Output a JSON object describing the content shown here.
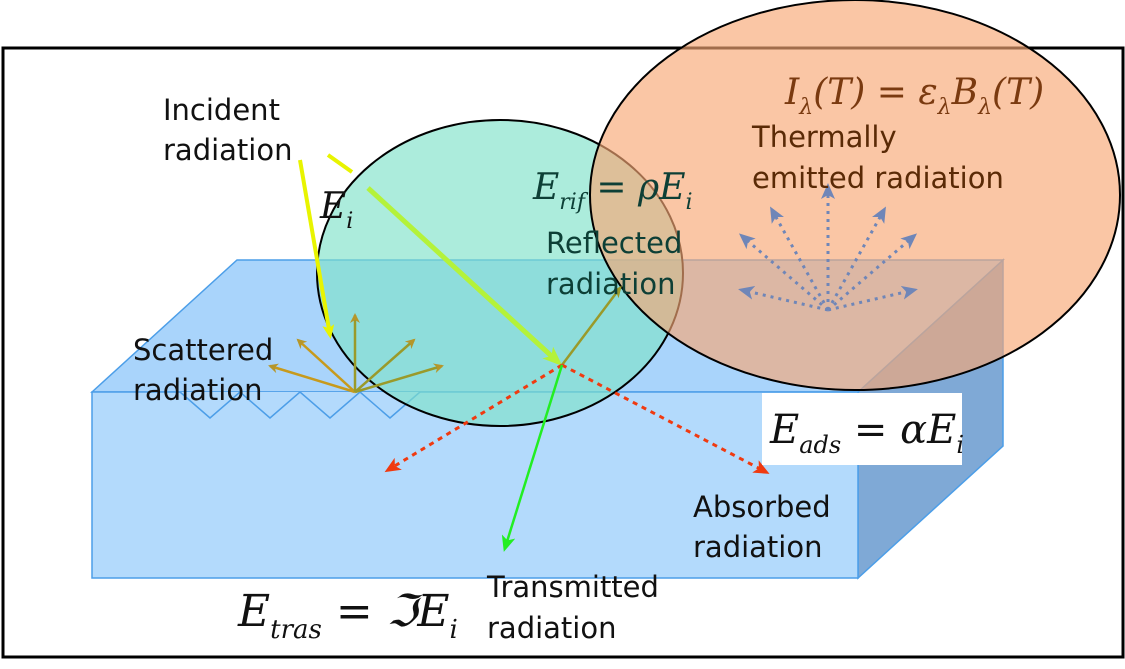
{
  "labels": {
    "incident_1": "Incident",
    "incident_2": "radiation",
    "scattered_1": "Scattered",
    "scattered_2": "radiation",
    "reflected_1": "Reflected",
    "reflected_2": "radiation",
    "thermal_1": "Thermally",
    "thermal_2": "emitted radiation",
    "absorbed_1": "Absorbed",
    "absorbed_2": "radiation",
    "transmitted_1": "Transmitted",
    "transmitted_2": "radiation"
  },
  "equations": {
    "incident": "E_i",
    "reflected": "E_rif = ρE_i",
    "thermal": "I_λ(T) = ε_λ B_λ(T)",
    "absorbed": "E_ads = αE_i",
    "transmitted": "E_tras = ℑE_i"
  },
  "colors": {
    "slab_top": "#a9d4fb",
    "slab_front": "#b3dafc",
    "slab_side": "#7fa9d6",
    "slab_edge": "#4c9ee8",
    "reflect_circle": "#7fe2c9",
    "thermal_circle": "#f8a774",
    "incident": "#e8f400",
    "scatter": "#c79a1c",
    "absorbed": "#f03a10",
    "transmitted": "#22ee22",
    "emitted": "#6f86b8"
  }
}
